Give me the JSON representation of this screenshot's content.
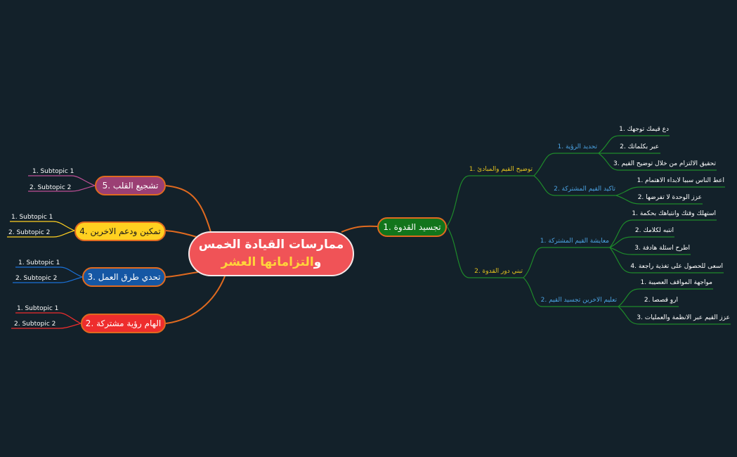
{
  "central": {
    "line1": "ممارسات القيادة الخمس",
    "line2_prefix": "و",
    "line2_highlight": "التزاماتها العشر"
  },
  "left_branches": [
    {
      "label": "تشجيع القلب  .5",
      "color": "#9b3f74",
      "text_color": "#ffffff",
      "subtopics": [
        "1.   Subtopic 1",
        "2.   Subtopic 2"
      ]
    },
    {
      "label": "تمكين ودعم الاخرين  .4",
      "color": "#ffd020",
      "text_color": "#1a1a1a",
      "subtopics": [
        "1.   Subtopic 1",
        "2.   Subtopic 2"
      ]
    },
    {
      "label": "تحدي طرق العمل  .3",
      "color": "#1557a4",
      "text_color": "#ffffff",
      "subtopics": [
        "1.   Subtopic 1",
        "2.   Subtopic 2"
      ]
    },
    {
      "label": "الهام رؤية مشتركة  .2",
      "color": "#ee2d2d",
      "text_color": "#ffffff",
      "subtopics": [
        "1.   Subtopic 1",
        "2.   Subtopic 2"
      ]
    }
  ],
  "right_branch": {
    "label": "تجسيد القدوة  .1",
    "color": "#12751b",
    "sub1": {
      "label": "توضيح القيم والمبادئ  .1",
      "a": {
        "label": "تحديد الرؤية  .1",
        "items": [
          "دع قيمك توجهك    .1",
          "عبر بكلماتك    .2",
          "تحقيق الالتزام من خلال توضيح القيم    .3"
        ]
      },
      "b": {
        "label": "تاكيد القيم المشتركة  .2",
        "items": [
          "اعط الناس سببا لابداء الاهتمام    .1",
          "عزز الوحدة لا تفرضها    .2"
        ]
      }
    },
    "sub2": {
      "label": "تبني دور القدوة  .2",
      "a": {
        "label": "معايشة القيم المشتركة  .1",
        "items": [
          "استهلك وقتك وانتباهك بحكمة    .1",
          "انتبه لكلامك    .2",
          "اطرح اسئلة هادفة    .3",
          "اسعى للحصول على تغذية راجعة    .4"
        ]
      },
      "b": {
        "label": "تعليم الاخرين تجسيد القيم  .2",
        "items": [
          "مواجهة المواقف العصيبة    .1",
          "اروِ قصصا    .2",
          "عزز القيم عبر الانظمة والعمليات    .3"
        ]
      }
    }
  }
}
